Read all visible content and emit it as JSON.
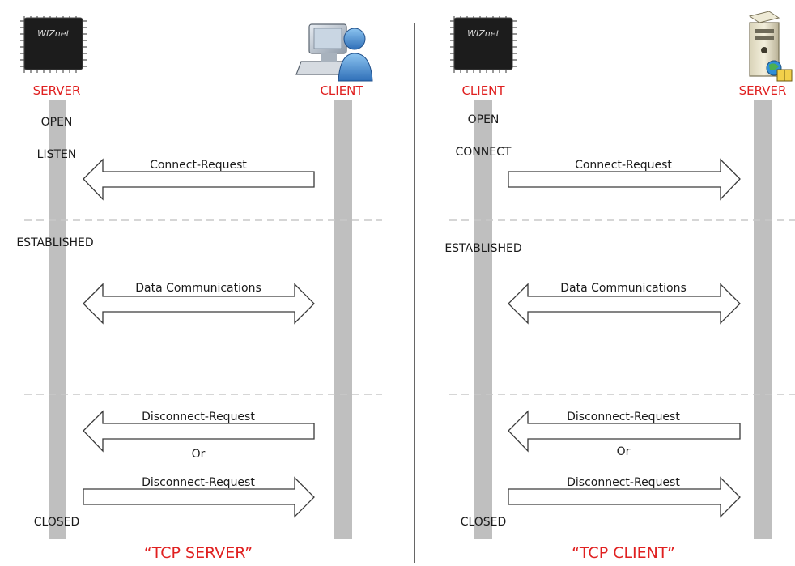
{
  "left_panel": {
    "chip_logo": "WIZnet",
    "left_role": "SERVER",
    "right_role": "CLIENT",
    "states": {
      "open": "OPEN",
      "listen": "LISTEN",
      "established": "ESTABLISHED",
      "closed": "CLOSED"
    },
    "messages": {
      "connect": "Connect-Request",
      "data": "Data Communications",
      "disconnect_1": "Disconnect-Request",
      "or": "Or",
      "disconnect_2": "Disconnect-Request"
    },
    "caption": "“TCP SERVER”"
  },
  "right_panel": {
    "chip_logo": "WIZnet",
    "left_role": "CLIENT",
    "right_role": "SERVER",
    "states": {
      "open": "OPEN",
      "connect": "CONNECT",
      "established": "ESTABLISHED",
      "closed": "CLOSED"
    },
    "messages": {
      "connect": "Connect-Request",
      "data": "Data Communications",
      "disconnect_1": "Disconnect-Request",
      "or": "Or",
      "disconnect_2": "Disconnect-Request"
    },
    "caption": "“TCP CLIENT”"
  },
  "colors": {
    "role": "#e02020",
    "caption": "#e02020",
    "lifeline": "#bfbfbf",
    "chip": "#1c1c1c"
  }
}
